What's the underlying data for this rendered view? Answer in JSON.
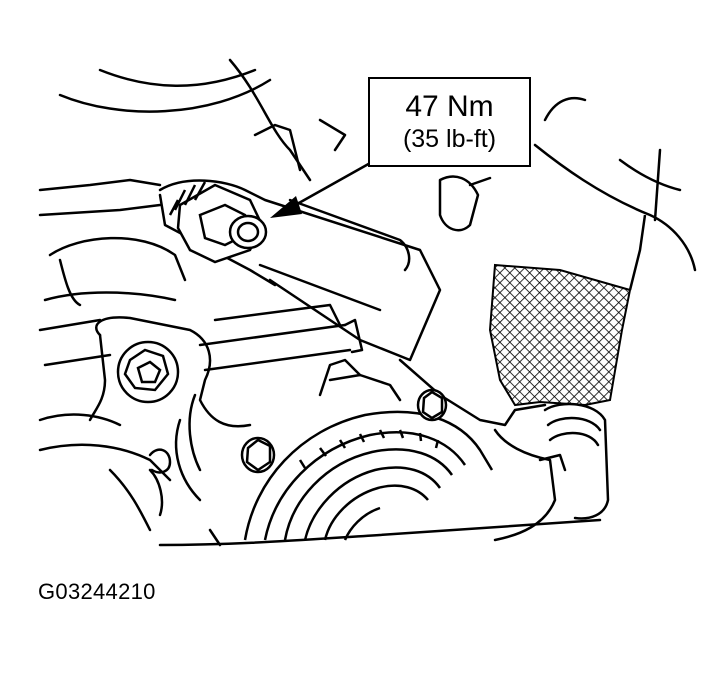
{
  "callout": {
    "torque_metric": "47 Nm",
    "torque_imperial": "(35 lb-ft)"
  },
  "figure_id": "G03244210"
}
